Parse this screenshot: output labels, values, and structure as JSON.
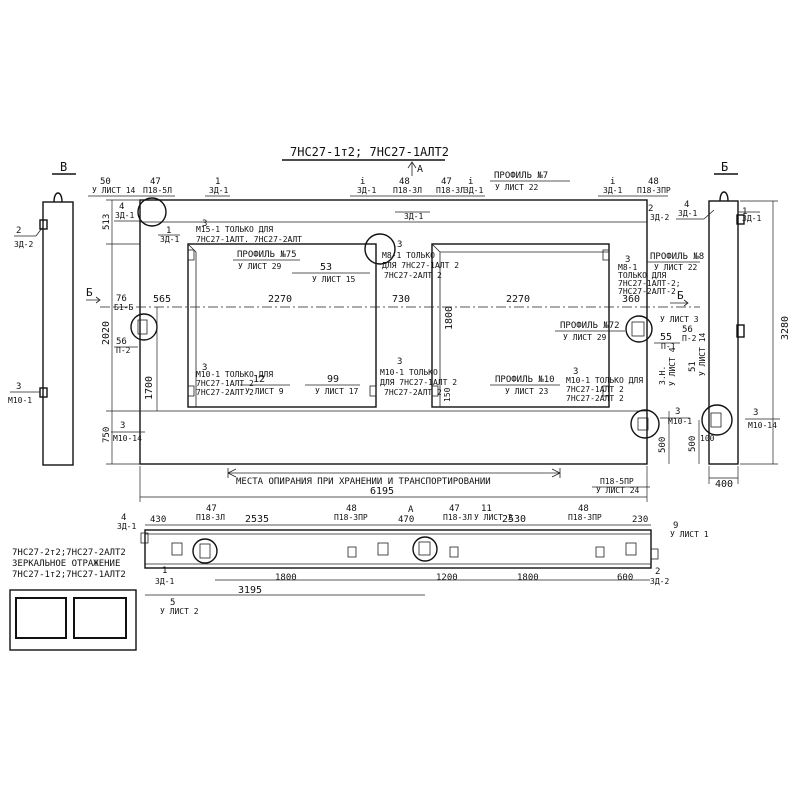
{
  "title": "7НС27-1т2; 7НС27-1АЛТ2",
  "section_labels": {
    "left_view": "В",
    "right_view": "Б",
    "cut_a_top": "А",
    "cut_a_bottom": "А",
    "cut_b_left": "Б",
    "cut_b_right": "Б"
  },
  "top_row": {
    "dims": [
      "50",
      "47",
      "1",
      "48",
      "47",
      "1",
      "48",
      "2"
    ],
    "ref_list14": "У ЛИСТ 14",
    "p18_5l": "П18-5Л",
    "zd1": "ЗД-1",
    "p18_3l": "П18-3Л",
    "p18_3pr": "П18-3ПР",
    "profil7": "ПРОФИЛЬ №7",
    "list22": "У ЛИСТ 22"
  },
  "left_side": {
    "dim_513": "513",
    "dim_2020": "2020",
    "dim_1700": "1700",
    "dim_750": "750",
    "lbl_4": "4",
    "lbl_zd1": "ЗД-1",
    "lbl_2": "2",
    "lbl_zd2": "ЗД-2",
    "lbl_76": "76",
    "lbl_hl": "Б1-Б",
    "lbl_56": "56",
    "lbl_p2": "П-2",
    "lbl_3": "3",
    "lbl_m10": "М10-1",
    "lbl_m10_14": "М10-14"
  },
  "main_dims": {
    "d565": "565",
    "d2270a": "2270",
    "d730": "730",
    "d2270b": "2270",
    "d360": "360",
    "d53": "53",
    "list15": "У ЛИСТ 15",
    "d12": "12",
    "list9": "У ЛИСТ 9",
    "d99": "99",
    "list17": "У ЛИСТ 17",
    "d1800": "1800",
    "d150": "150",
    "total": "6195"
  },
  "notes": {
    "m15_a": "М15-1 ТОЛЬКО ДЛЯ",
    "m15_b": "7НС27-1АЛТ. 7НС27-2АЛТ",
    "profil75": "ПРОФИЛЬ №75",
    "list29a": "У ЛИСТ 29",
    "m8_a": "М8-1 ТОЛЬКО",
    "m8_b": "ДЛЯ 7НС27-1АЛТ 2",
    "m8_c": "7НС27-2АЛТ 2",
    "profil8": "ПРОФИЛЬ №8",
    "list22b": "У ЛИСТ 22",
    "m8_1": "М8-1",
    "m8_1b": "ТОЛЬКО ДЛЯ",
    "m8_1c": "7НС27-1АЛТ-2;",
    "m8_1d": "7НС27-2АЛТ-2",
    "profil72": "ПРОФИЛЬ №72",
    "list29b": "У ЛИСТ 29",
    "n55": "55",
    "np1": "П-1",
    "n56": "56",
    "np2": "П-2",
    "list3": "У ЛИСТ 3",
    "m10_bl_a": "М10-1 ТОЛЬКО ДЛЯ",
    "m10_bl_b": "7НС27-1АЛТ 2",
    "m10_bl_c": "7НС27-2АЛТ 2",
    "m10_mid_a": "М10-1 ТОЛЬКО",
    "m10_mid_b": "ДЛЯ 7НС27-1АЛТ 2",
    "m10_mid_c": "7НС27-2АЛТ 2",
    "profil10": "ПРОФИЛЬ №10",
    "list23": "У ЛИСТ 23",
    "m10_br_a": "М10-1 ТОЛЬКО ДЛЯ",
    "m10_br_b": "7НС27-1АЛТ 2",
    "m10_br_c": "7НС27-2АЛТ 2",
    "zn": "З.Н.",
    "list4": "У ЛИСТ 4",
    "m10_1": "М10-1",
    "m10_14": "М10-14",
    "support_text": "МЕСТА ОПИРАНИЯ ПРИ ХРАНЕНИИ И ТРАНСПОРТИРОВАНИИ",
    "list24": "У ЛИСТ 24",
    "p18_5pr": "П18-5ПР"
  },
  "right_side": {
    "dim_3280": "3280",
    "dim_500": "500",
    "dim_400": "400",
    "lbl_4": "4",
    "lbl_zd1": "ЗД-1",
    "lbl_51": "51",
    "lbl_list14": "У ЛИСТ 14",
    "lbl_3": "3",
    "lbl_m10_14": "М10-14",
    "dim_100": "100"
  },
  "plan_view": {
    "dims_top": [
      "430",
      "2535",
      "470",
      "2530",
      "230"
    ],
    "n4": "4",
    "zd1": "ЗД-1",
    "n47a": "47",
    "p18_3l": "П18-3Л",
    "n48a": "48",
    "p18_3pr": "П18-3ПР",
    "n47b": "47",
    "p18_3l_b": "П18-3Л",
    "n11": "11",
    "list2": "У ЛИСТ 2",
    "n48b": "48",
    "p18_3pr_b": "П18-3ПР",
    "n9": "9",
    "list1": "У ЛИСТ 1",
    "dims_bottom": [
      "1800",
      "1200",
      "1800",
      "600"
    ],
    "n3195": "3195",
    "n5": "5",
    "list2b": "У ЛИСТ 2",
    "n1": "1",
    "n2": "2",
    "zd2": "ЗД-2"
  },
  "mirror": {
    "line1": "7НС27-2т2;7НС27-2АЛТ2",
    "line2": "ЗЕРКАЛЬНОЕ ОТРАЖЕНИЕ",
    "line3": "7НС27-1т2;7НС27-1АЛТ2"
  }
}
